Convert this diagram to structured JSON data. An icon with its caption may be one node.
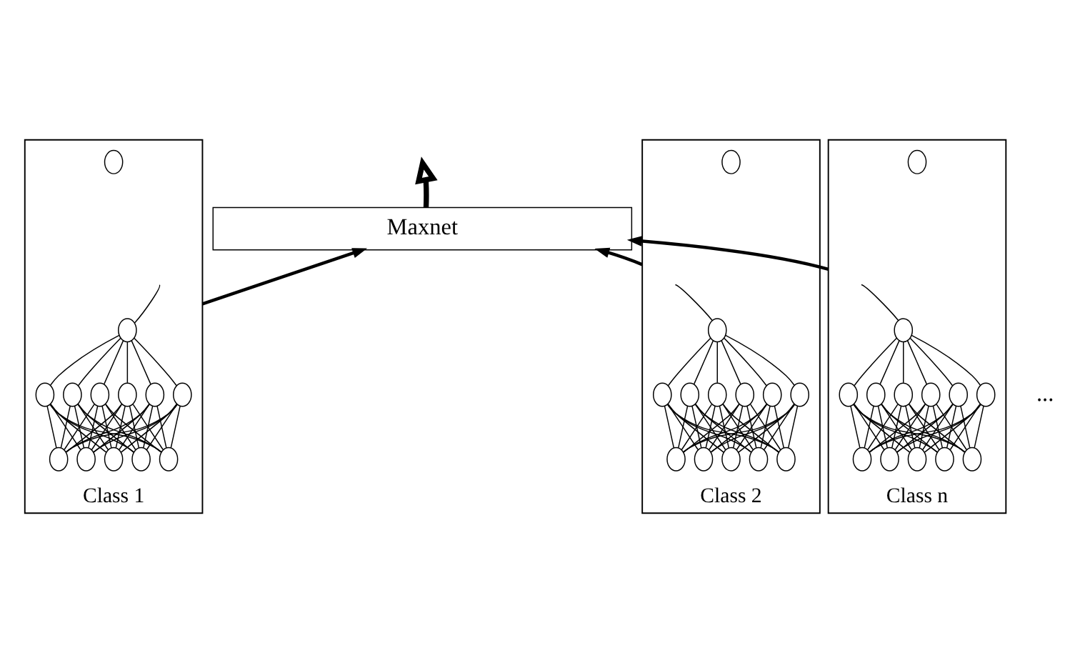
{
  "diagram": {
    "nodes": [
      {
        "text": [
          "Maxnet"
        ]
      },
      {
        "text": [
          "Class 1"
        ]
      },
      {
        "text": [],
        "shape": "circle",
        "in": 1
      },
      {
        "text": [],
        "shape": "circle",
        "in": 1
      },
      {
        "text": [],
        "shape": "circle",
        "in": 1
      },
      {
        "text": [],
        "shape": "circle",
        "in": 1
      },
      {
        "text": [],
        "shape": "circle",
        "in": 1
      },
      {
        "text": [],
        "shape": "circle",
        "in": 1
      },
      {
        "text": [],
        "shape": "circle",
        "in": 1
      },
      {
        "text": [],
        "shape": "circle",
        "in": 1
      },
      {
        "text": [],
        "shape": "circle",
        "in": 1
      },
      {
        "text": [],
        "shape": "circle",
        "in": 1
      },
      {
        "text": [],
        "shape": "circle",
        "in": 1
      },
      {
        "text": [],
        "shape": "circle",
        "in": 1
      },
      {
        "text": [],
        "shape": "circle",
        "in": 1
      },
      {
        "text": [
          "Class 2"
        ]
      },
      {
        "text": [],
        "shape": "circle",
        "in": 15
      },
      {
        "text": [],
        "shape": "circle",
        "in": 15
      },
      {
        "text": [],
        "shape": "circle",
        "in": 15
      },
      {
        "text": [],
        "shape": "circle",
        "in": 15
      },
      {
        "text": [],
        "shape": "circle",
        "in": 15
      },
      {
        "text": [],
        "shape": "circle",
        "in": 15
      },
      {
        "text": [],
        "shape": "circle",
        "in": 15
      },
      {
        "text": [],
        "shape": "circle",
        "in": 15
      },
      {
        "text": [],
        "shape": "circle",
        "in": 15
      },
      {
        "text": [],
        "shape": "circle",
        "in": 15
      },
      {
        "text": [],
        "shape": "circle",
        "in": 15
      },
      {
        "text": [],
        "shape": "circle",
        "in": 15
      },
      {
        "text": [],
        "shape": "circle",
        "in": 15
      },
      {
        "text": [
          "Class n"
        ]
      },
      {
        "text": [],
        "shape": "circle",
        "in": 29
      },
      {
        "text": [],
        "shape": "circle",
        "in": 29
      },
      {
        "text": [],
        "shape": "circle",
        "in": 29
      },
      {
        "text": [],
        "shape": "circle",
        "in": 29
      },
      {
        "text": [],
        "shape": "circle",
        "in": 29
      },
      {
        "text": [],
        "shape": "circle",
        "in": 29
      },
      {
        "text": [],
        "shape": "circle",
        "in": 29
      },
      {
        "text": [],
        "shape": "circle",
        "in": 29
      },
      {
        "text": [],
        "shape": "circle",
        "in": 29
      },
      {
        "text": [],
        "shape": "circle",
        "in": 29
      },
      {
        "text": [],
        "shape": "circle",
        "in": 29
      },
      {
        "text": [],
        "shape": "circle",
        "in": 29
      },
      {
        "text": [],
        "shape": "circle",
        "in": 29
      }
    ],
    "edges": [
      {
        "from": 0,
        "to": null,
        "arrow": "to",
        "style": "thick"
      },
      {
        "from": 1,
        "to": 0,
        "arrow": "to"
      },
      {
        "from": 2,
        "to": null,
        "arrow": "none"
      },
      {
        "from": 2,
        "to": 3,
        "arrow": "none"
      },
      {
        "from": 2,
        "to": 4,
        "arrow": "none"
      },
      {
        "from": 2,
        "to": 5,
        "arrow": "none"
      },
      {
        "from": 2,
        "to": 6,
        "arrow": "none"
      },
      {
        "from": 2,
        "to": 7,
        "arrow": "none"
      },
      {
        "from": 2,
        "to": 8,
        "arrow": "none"
      },
      {
        "from": 3,
        "to": 9,
        "arrow": "none"
      },
      {
        "from": 3,
        "to": 10,
        "arrow": "none"
      },
      {
        "from": 3,
        "to": 11,
        "arrow": "none"
      },
      {
        "from": 3,
        "to": 12,
        "arrow": "none"
      },
      {
        "from": 3,
        "to": 13,
        "arrow": "none"
      },
      {
        "from": 4,
        "to": 9,
        "arrow": "none"
      },
      {
        "from": 4,
        "to": 10,
        "arrow": "none"
      },
      {
        "from": 4,
        "to": 11,
        "arrow": "none"
      },
      {
        "from": 4,
        "to": 12,
        "arrow": "none"
      },
      {
        "from": 4,
        "to": 13,
        "arrow": "none"
      },
      {
        "from": 5,
        "to": 9,
        "arrow": "none"
      },
      {
        "from": 5,
        "to": 10,
        "arrow": "none"
      },
      {
        "from": 5,
        "to": 11,
        "arrow": "none"
      },
      {
        "from": 5,
        "to": 12,
        "arrow": "none"
      },
      {
        "from": 5,
        "to": 13,
        "arrow": "none"
      },
      {
        "from": 6,
        "to": 9,
        "arrow": "none"
      },
      {
        "from": 6,
        "to": 10,
        "arrow": "none"
      },
      {
        "from": 6,
        "to": 11,
        "arrow": "none"
      },
      {
        "from": 6,
        "to": 12,
        "arrow": "none"
      },
      {
        "from": 6,
        "to": 13,
        "arrow": "none"
      },
      {
        "from": 7,
        "to": 9,
        "arrow": "none"
      },
      {
        "from": 7,
        "to": 10,
        "arrow": "none"
      },
      {
        "from": 7,
        "to": 11,
        "arrow": "none"
      },
      {
        "from": 7,
        "to": 12,
        "arrow": "none"
      },
      {
        "from": 7,
        "to": 13,
        "arrow": "none"
      },
      {
        "from": 8,
        "to": 9,
        "arrow": "none"
      },
      {
        "from": 8,
        "to": 10,
        "arrow": "none"
      },
      {
        "from": 8,
        "to": 11,
        "arrow": "none"
      },
      {
        "from": 8,
        "to": 12,
        "arrow": "none"
      },
      {
        "from": 8,
        "to": 13,
        "arrow": "none"
      },
      {
        "from": 15,
        "to": 0,
        "arrow": "to"
      },
      {
        "from": 16,
        "to": null,
        "arrow": "none"
      },
      {
        "from": 16,
        "to": 17,
        "arrow": "none"
      },
      {
        "from": 16,
        "to": 18,
        "arrow": "none"
      },
      {
        "from": 16,
        "to": 19,
        "arrow": "none"
      },
      {
        "from": 16,
        "to": 20,
        "arrow": "none"
      },
      {
        "from": 16,
        "to": 21,
        "arrow": "none"
      },
      {
        "from": 16,
        "to": 22,
        "arrow": "none"
      },
      {
        "from": 17,
        "to": 23,
        "arrow": "none"
      },
      {
        "from": 17,
        "to": 24,
        "arrow": "none"
      },
      {
        "from": 17,
        "to": 25,
        "arrow": "none"
      },
      {
        "from": 17,
        "to": 26,
        "arrow": "none"
      },
      {
        "from": 17,
        "to": 27,
        "arrow": "none"
      },
      {
        "from": 18,
        "to": 23,
        "arrow": "none"
      },
      {
        "from": 18,
        "to": 24,
        "arrow": "none"
      },
      {
        "from": 18,
        "to": 25,
        "arrow": "none"
      },
      {
        "from": 18,
        "to": 26,
        "arrow": "none"
      },
      {
        "from": 18,
        "to": 27,
        "arrow": "none"
      },
      {
        "from": 19,
        "to": 23,
        "arrow": "none"
      },
      {
        "from": 19,
        "to": 24,
        "arrow": "none"
      },
      {
        "from": 19,
        "to": 25,
        "arrow": "none"
      },
      {
        "from": 19,
        "to": 26,
        "arrow": "none"
      },
      {
        "from": 19,
        "to": 27,
        "arrow": "none"
      },
      {
        "from": 20,
        "to": 23,
        "arrow": "none"
      },
      {
        "from": 20,
        "to": 24,
        "arrow": "none"
      },
      {
        "from": 20,
        "to": 25,
        "arrow": "none"
      },
      {
        "from": 20,
        "to": 26,
        "arrow": "none"
      },
      {
        "from": 20,
        "to": 27,
        "arrow": "none"
      },
      {
        "from": 21,
        "to": 23,
        "arrow": "none"
      },
      {
        "from": 21,
        "to": 24,
        "arrow": "none"
      },
      {
        "from": 21,
        "to": 25,
        "arrow": "none"
      },
      {
        "from": 21,
        "to": 26,
        "arrow": "none"
      },
      {
        "from": 21,
        "to": 27,
        "arrow": "none"
      },
      {
        "from": 22,
        "to": 23,
        "arrow": "none"
      },
      {
        "from": 22,
        "to": 24,
        "arrow": "none"
      },
      {
        "from": 22,
        "to": 25,
        "arrow": "none"
      },
      {
        "from": 22,
        "to": 26,
        "arrow": "none"
      },
      {
        "from": 22,
        "to": 27,
        "arrow": "none"
      },
      {
        "from": 29,
        "to": 0,
        "arrow": "to"
      },
      {
        "from": 30,
        "to": null,
        "arrow": "none"
      },
      {
        "from": 30,
        "to": 31,
        "arrow": "none"
      },
      {
        "from": 30,
        "to": 32,
        "arrow": "none"
      },
      {
        "from": 30,
        "to": 33,
        "arrow": "none"
      },
      {
        "from": 30,
        "to": 34,
        "arrow": "none"
      },
      {
        "from": 30,
        "to": 35,
        "arrow": "none"
      },
      {
        "from": 30,
        "to": 36,
        "arrow": "none"
      },
      {
        "from": 31,
        "to": 37,
        "arrow": "none"
      },
      {
        "from": 31,
        "to": 38,
        "arrow": "none"
      },
      {
        "from": 31,
        "to": 39,
        "arrow": "none"
      },
      {
        "from": 31,
        "to": 40,
        "arrow": "none"
      },
      {
        "from": 31,
        "to": 41,
        "arrow": "none"
      },
      {
        "from": 32,
        "to": 37,
        "arrow": "none"
      },
      {
        "from": 32,
        "to": 38,
        "arrow": "none"
      },
      {
        "from": 32,
        "to": 39,
        "arrow": "none"
      },
      {
        "from": 32,
        "to": 40,
        "arrow": "none"
      },
      {
        "from": 32,
        "to": 41,
        "arrow": "none"
      },
      {
        "from": 33,
        "to": 37,
        "arrow": "none"
      },
      {
        "from": 33,
        "to": 38,
        "arrow": "none"
      },
      {
        "from": 33,
        "to": 39,
        "arrow": "none"
      },
      {
        "from": 33,
        "to": 40,
        "arrow": "none"
      },
      {
        "from": 33,
        "to": 41,
        "arrow": "none"
      },
      {
        "from": 34,
        "to": 37,
        "arrow": "none"
      },
      {
        "from": 34,
        "to": 38,
        "arrow": "none"
      },
      {
        "from": 34,
        "to": 39,
        "arrow": "none"
      },
      {
        "from": 34,
        "to": 40,
        "arrow": "none"
      },
      {
        "from": 34,
        "to": 41,
        "arrow": "none"
      },
      {
        "from": 35,
        "to": 37,
        "arrow": "none"
      },
      {
        "from": 35,
        "to": 38,
        "arrow": "none"
      },
      {
        "from": 35,
        "to": 39,
        "arrow": "none"
      },
      {
        "from": 35,
        "to": 40,
        "arrow": "none"
      },
      {
        "from": 35,
        "to": 41,
        "arrow": "none"
      },
      {
        "from": 36,
        "to": 37,
        "arrow": "none"
      },
      {
        "from": 36,
        "to": 38,
        "arrow": "none"
      },
      {
        "from": 36,
        "to": 39,
        "arrow": "none"
      },
      {
        "from": 36,
        "to": 40,
        "arrow": "none"
      },
      {
        "from": 36,
        "to": 41,
        "arrow": "none"
      }
    ],
    "labels": [
      "..."
    ]
  }
}
